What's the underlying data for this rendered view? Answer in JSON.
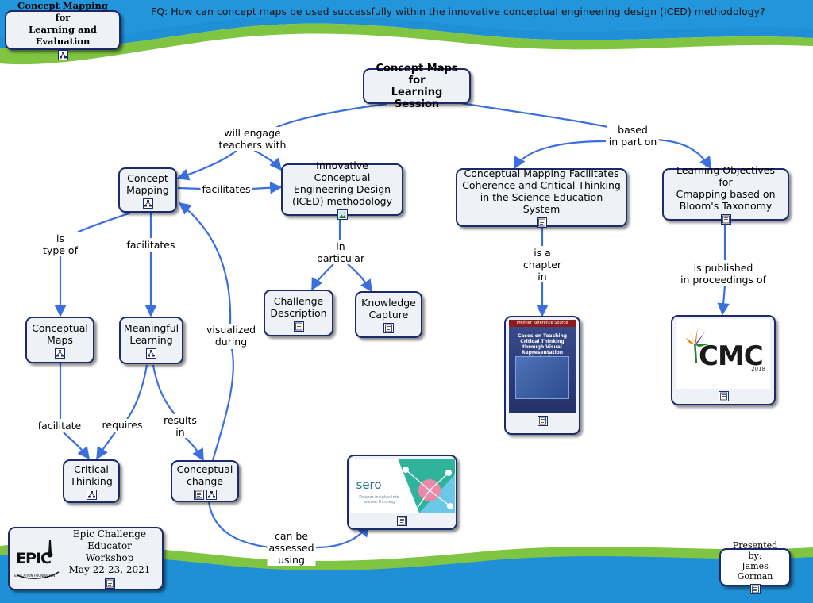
{
  "header": {
    "focus_question": "FQ: How can concept maps be used successfully within the innovative conceptual engineering design (ICED) methodology?"
  },
  "colors": {
    "link": "#3b6fe0",
    "node_border": "#1b2a6b",
    "node_fill": "#eef2f7",
    "band_green": "#7fc542",
    "band_blue": "#1f8fd6"
  },
  "nodes": {
    "title": {
      "text": "Concept Mapping for\nLearning and Evaluation",
      "icons": [
        "concept-map-icon"
      ]
    },
    "root": {
      "text": "Concept Maps for\nLearning Session",
      "icons": []
    },
    "concept_mapping": {
      "text": "Concept\nMapping",
      "icons": [
        "concept-map-icon"
      ]
    },
    "iced": {
      "text": "Innovative Conceptual\nEngineering Design\n(ICED) methodology",
      "icons": [
        "image-icon"
      ]
    },
    "coherence": {
      "text": "Conceptual Mapping Facilitates\nCoherence and Critical Thinking\nin the Science Education System",
      "icons": [
        "document-icon"
      ]
    },
    "objectives": {
      "text": "Learning Objectives for\nCmapping based on\nBloom's Taxonomy",
      "icons": [
        "document-icon"
      ]
    },
    "challenge": {
      "text": "Challenge\nDescription",
      "icons": [
        "document-icon"
      ]
    },
    "knowledge": {
      "text": "Knowledge\nCapture",
      "icons": [
        "document-icon"
      ]
    },
    "conceptual_maps": {
      "text": "Conceptual\nMaps",
      "icons": [
        "concept-map-icon"
      ]
    },
    "meaningful": {
      "text": "Meaningful\nLearning",
      "icons": [
        "concept-map-icon"
      ]
    },
    "critical": {
      "text": "Critical\nThinking",
      "icons": [
        "concept-map-icon"
      ]
    },
    "conceptual_change": {
      "text": "Conceptual\nchange",
      "icons": [
        "document-icon",
        "concept-map-icon"
      ]
    },
    "book": {
      "text": "",
      "icons": [
        "document-icon"
      ]
    },
    "cmc": {
      "text": "",
      "icons": [
        "document-icon"
      ]
    },
    "sero": {
      "text": "",
      "icons": [
        "document-icon"
      ]
    },
    "epic": {
      "text": "Epic Challenge\nEducator Workshop\nMay 22-23, 2021",
      "icons": [
        "document-icon"
      ]
    },
    "presenter": {
      "text": "Presented by:\nJames Gorman",
      "icons": [
        "document-icon"
      ]
    }
  },
  "images": {
    "book": {
      "header": "Premier Reference Source",
      "title": "Cases on Teaching Critical Thinking through Visual Representation Strategies"
    },
    "cmc": {
      "logo": "CMC",
      "year": "2018"
    },
    "sero": {
      "logo": "sero",
      "tagline": "Deeper insights into learner thinking"
    },
    "epic": {
      "logo": "EPIC",
      "sub": "EDUCATION FOUNDATION"
    }
  },
  "link_labels": {
    "will_engage": "will engage\nteachers with",
    "based_on": "based\nin part on",
    "facilitates_iced": "facilitates",
    "in_particular": "in\nparticular",
    "is_chapter": "is a\nchapter\nin",
    "published": "is published\nin proceedings of",
    "is_type_of": "is\ntype of",
    "facilitates_ml": "facilitates",
    "visualized": "visualized\nduring",
    "facilitate": "facilitate",
    "requires": "requires",
    "results_in": "results\nin",
    "assessed": "can be\nassessed\nusing"
  }
}
